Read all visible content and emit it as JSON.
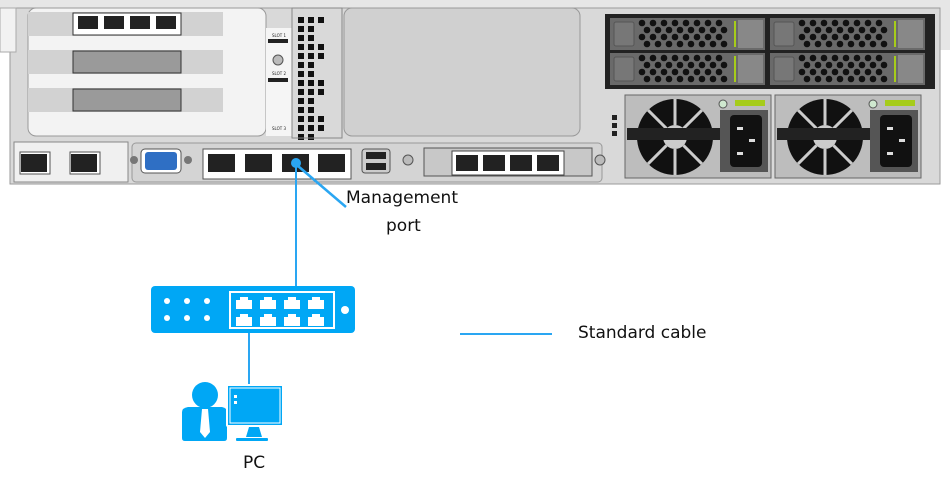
{
  "labels": {
    "management_port": [
      "Management",
      "port"
    ],
    "legend_standard_cable": "Standard cable",
    "pc": "PC"
  },
  "server": {
    "slot_labels": [
      "SLOT 1",
      "SLOT 2",
      "SLOT 3"
    ]
  },
  "colors": {
    "cable": "#2aa6f2",
    "device_blue": "#00a7f5",
    "chassis": "#dcdcdc",
    "psu_latch": "#a6cc1a"
  },
  "icons": [
    "server-rear-panel",
    "network-switch-icon",
    "pc-user-icon"
  ]
}
